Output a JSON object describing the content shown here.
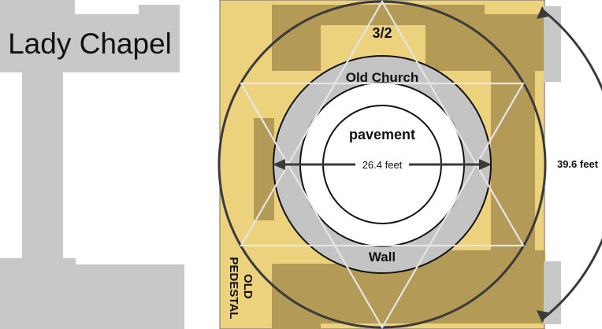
{
  "labels": {
    "lady_chapel": "Lady Chapel",
    "ratio": "3/2",
    "old_church": "Old Church",
    "pavement": "pavement",
    "inner_dimension": "26.4 feet",
    "wall": "Wall",
    "outer_dimension": "39.6 feet",
    "old_pedestal": "OLD\nPEDESTAL"
  },
  "colors": {
    "chapel_gray": "#c8c8c8",
    "square_gold": "#ecd27d",
    "shadow_bronze": "#b39a57",
    "church_ring_gray": "#c4c4c4",
    "star_lines": "#e8e8e8",
    "circle_outline": "#3a3a3a"
  }
}
